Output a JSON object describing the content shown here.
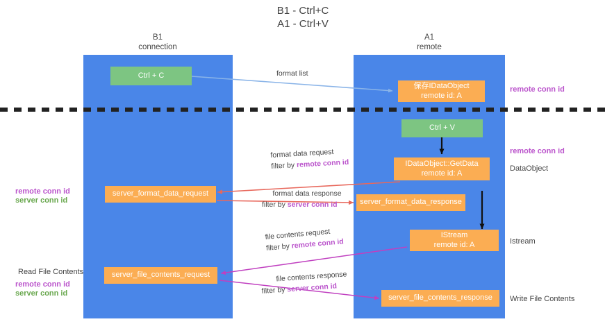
{
  "diagram": {
    "title": "B1 - Ctrl+C\nA1 - Ctrl+V",
    "columns": [
      {
        "name": "column-b1",
        "title": "B1\nconnection"
      },
      {
        "name": "column-a1",
        "title": "A1\nremote"
      }
    ],
    "nodes": [
      {
        "name": "node-ctrl-c",
        "line1": "Ctrl + C",
        "line2": "",
        "color": "#7dc582"
      },
      {
        "name": "node-save-idataobject",
        "line1": "保存IDataObject",
        "line2": "remote id: A",
        "color": "#fbad53"
      },
      {
        "name": "node-ctrl-v",
        "line1": "Ctrl + V",
        "line2": "",
        "color": "#7dc582"
      },
      {
        "name": "node-idataobject-getdata",
        "line1": "IDataObject::GetData",
        "line2": "remote id: A",
        "color": "#fbad53"
      },
      {
        "name": "node-server-format-data-request",
        "line1": "server_format_data_request",
        "line2": "",
        "color": "#fbad53"
      },
      {
        "name": "node-server-format-data-response",
        "line1": "server_format_data_response",
        "line2": "",
        "color": "#fbad53"
      },
      {
        "name": "node-istream",
        "line1": "IStream",
        "line2": "remote id: A",
        "color": "#fbad53"
      },
      {
        "name": "node-server-file-contents-request",
        "line1": "server_file_contents_request",
        "line2": "",
        "color": "#fbad53"
      },
      {
        "name": "node-server-file-contents-response",
        "line1": "server_file_contents_response",
        "line2": "",
        "color": "#fbad53"
      }
    ],
    "edge_captions": [
      {
        "name": "caption-format-list",
        "line1": "format list",
        "prefix": "",
        "highlight": "",
        "highlight_color": ""
      },
      {
        "name": "caption-format-data-request",
        "line1": "format data request",
        "prefix": "filter by ",
        "highlight": "remote conn id",
        "highlight_color": "#bb55cc"
      },
      {
        "name": "caption-format-data-response",
        "line1": "format data response",
        "prefix": "filter by ",
        "highlight": "server conn id",
        "highlight_color": "#bb55cc"
      },
      {
        "name": "caption-file-contents-request",
        "line1": "file contents request",
        "prefix": "filter by ",
        "highlight": "remote conn id",
        "highlight_color": "#bb55cc"
      },
      {
        "name": "caption-file-contents-response",
        "line1": "file contents response",
        "prefix": "filter by ",
        "highlight": "server conn id",
        "highlight_color": "#bb55cc"
      }
    ],
    "right_labels": [
      {
        "name": "right-label-remote-conn-id-top",
        "text": "remote conn id",
        "style": "purple"
      },
      {
        "name": "right-label-remote-conn-id-mid",
        "text": "remote conn id",
        "style": "purple"
      },
      {
        "name": "right-label-dataobject",
        "text": "DataObject",
        "style": "plain"
      },
      {
        "name": "right-label-istream",
        "text": "Istream",
        "style": "plain"
      },
      {
        "name": "right-label-write-file-contents",
        "text": "Write File Contents",
        "style": "plain"
      }
    ],
    "left_labels": [
      {
        "name": "left-label-remote-conn-id",
        "text": "remote conn id",
        "style": "purple"
      },
      {
        "name": "left-label-server-conn-id",
        "text": "server conn id",
        "style": "green"
      },
      {
        "name": "left-label-read-file-contents",
        "text": "Read File Contents",
        "style": "plain"
      },
      {
        "name": "left-label-remote-conn-id-2",
        "text": "remote conn id",
        "style": "purple"
      },
      {
        "name": "left-label-server-conn-id-2",
        "text": "server conn id",
        "style": "green"
      }
    ],
    "colors": {
      "band": "#4a86e8",
      "green_node": "#7dc582",
      "orange_node": "#fbad53",
      "purple": "#bb55cc",
      "green_text": "#6aa84f",
      "arrow_blue": "#8ab4e8",
      "arrow_red": "#e8685c",
      "arrow_magenta": "#c040c0",
      "arrow_black": "#111111",
      "separator": "#222222"
    }
  }
}
